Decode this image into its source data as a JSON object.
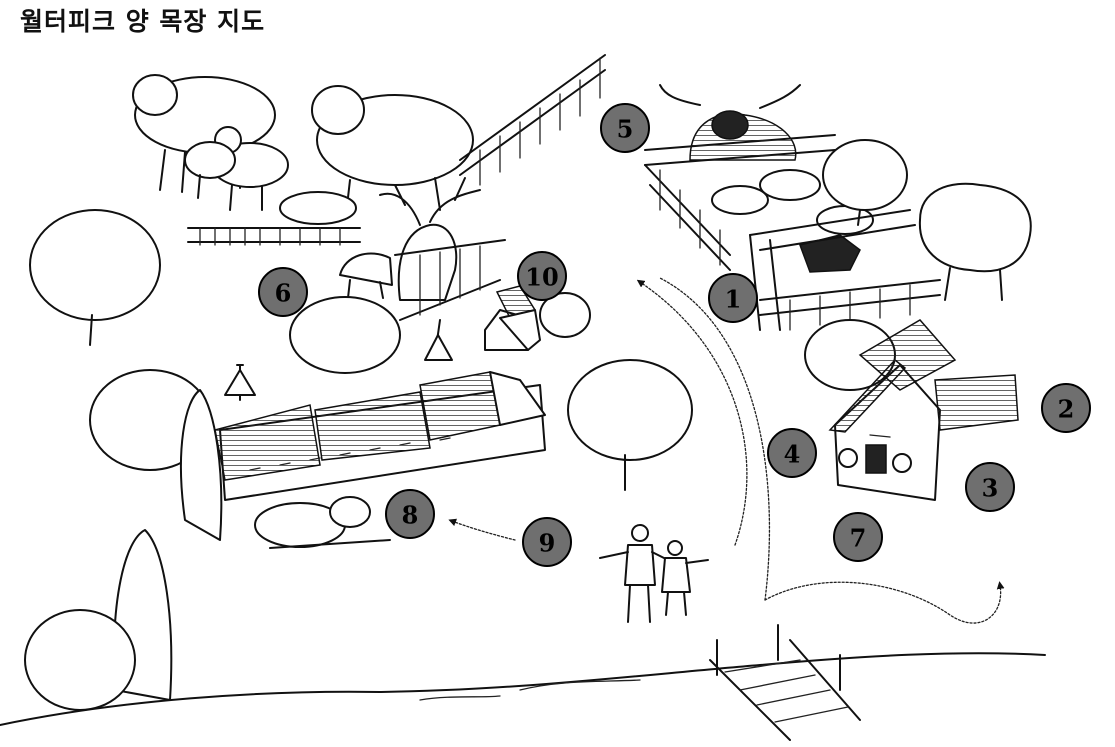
{
  "title": "월터피크 양 목장 지도",
  "colors": {
    "marker_fill": "#6f6f6f",
    "ink": "#111111",
    "paper": "#ffffff"
  },
  "markers": [
    {
      "label": "1"
    },
    {
      "label": "2"
    },
    {
      "label": "3"
    },
    {
      "label": "4"
    },
    {
      "label": "5"
    },
    {
      "label": "6"
    },
    {
      "label": "7"
    },
    {
      "label": "8"
    },
    {
      "label": "9"
    },
    {
      "label": "10"
    }
  ]
}
